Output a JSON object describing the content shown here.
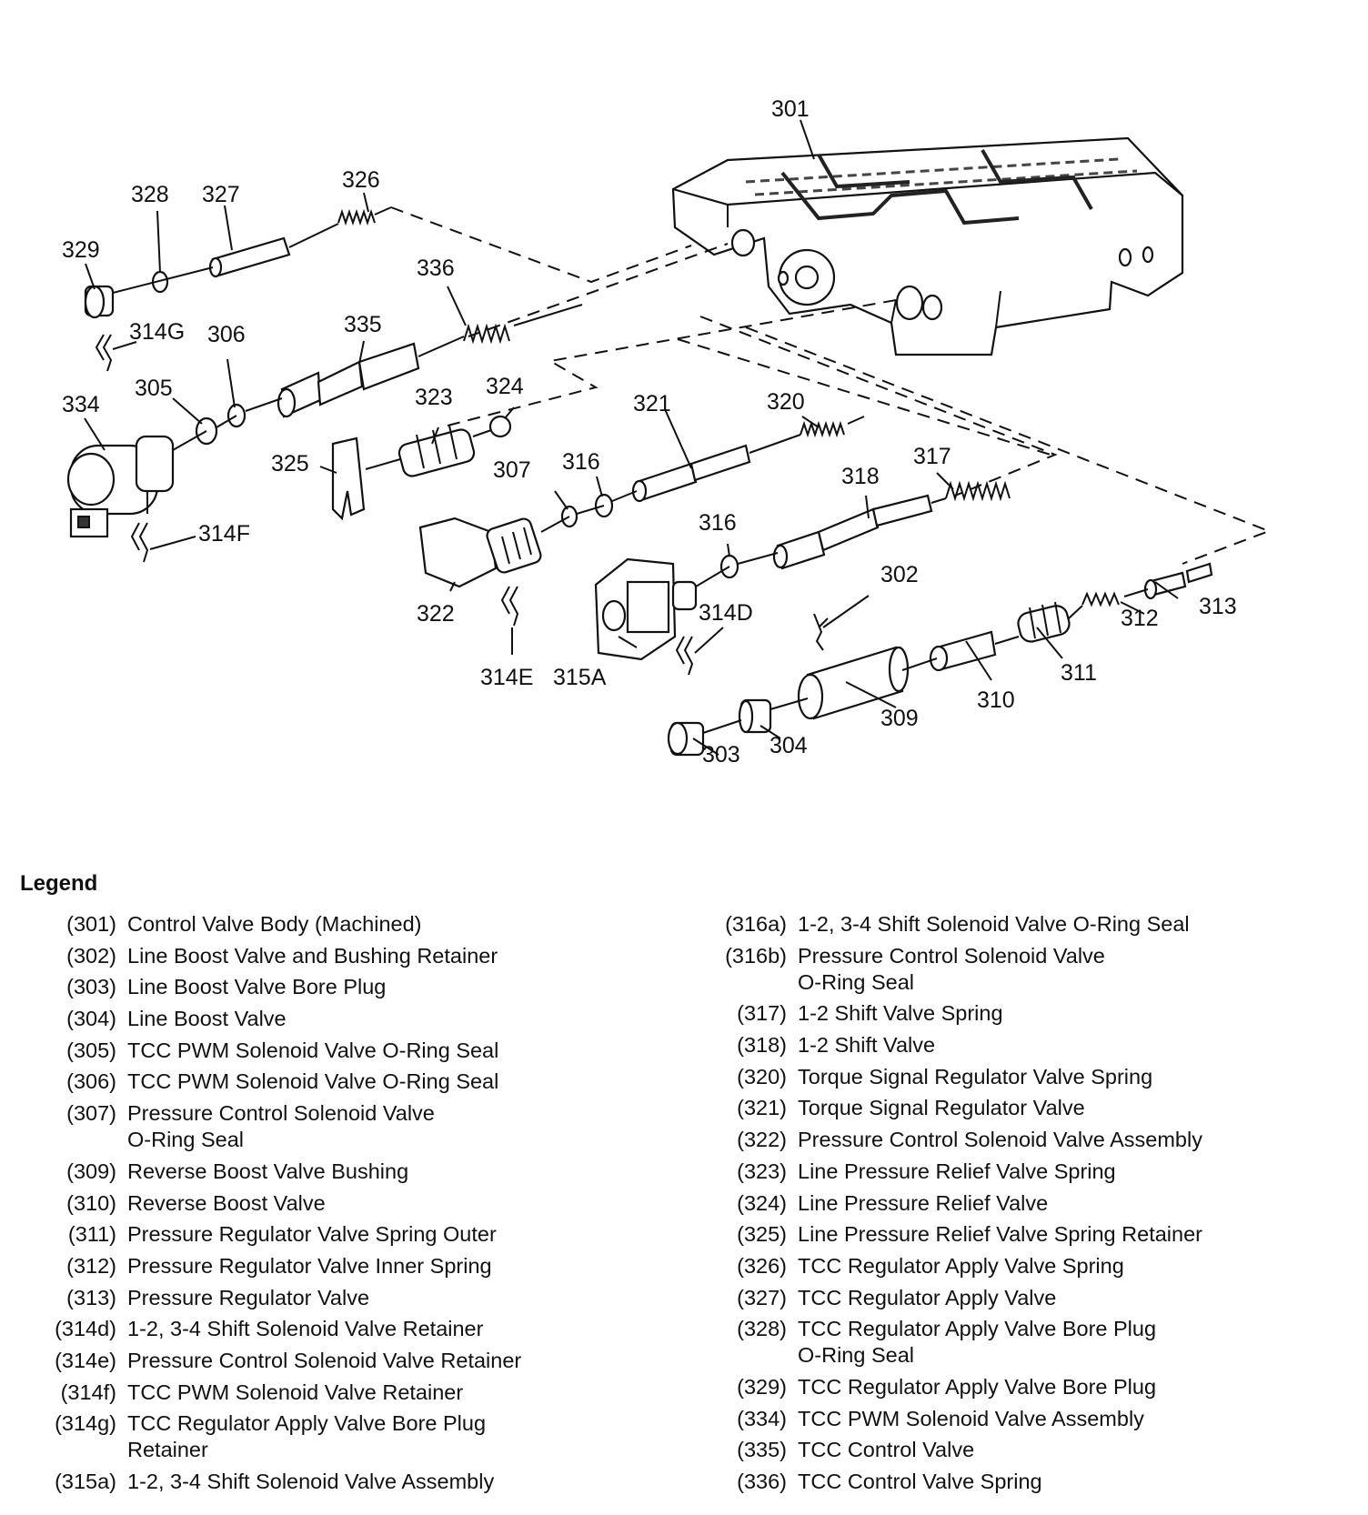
{
  "diagram": {
    "callouts": {
      "c301": "301",
      "c302": "302",
      "c303": "303",
      "c304": "304",
      "c305": "305",
      "c306": "306",
      "c307": "307",
      "c309": "309",
      "c310": "310",
      "c311": "311",
      "c312": "312",
      "c313": "313",
      "c314D": "314D",
      "c314E": "314E",
      "c314F": "314F",
      "c314G": "314G",
      "c315A": "315A",
      "c316a": "316",
      "c316b": "316",
      "c317": "317",
      "c318": "318",
      "c320": "320",
      "c321": "321",
      "c322": "322",
      "c323": "323",
      "c324": "324",
      "c325": "325",
      "c326": "326",
      "c327": "327",
      "c328": "328",
      "c329": "329",
      "c334": "334",
      "c335": "335",
      "c336": "336"
    }
  },
  "legend": {
    "title": "Legend",
    "left": [
      {
        "num": "(301)",
        "desc": "Control Valve Body (Machined)"
      },
      {
        "num": "(302)",
        "desc": "Line Boost Valve and Bushing Retainer"
      },
      {
        "num": "(303)",
        "desc": "Line Boost Valve Bore Plug"
      },
      {
        "num": "(304)",
        "desc": "Line Boost Valve"
      },
      {
        "num": "(305)",
        "desc": "TCC PWM Solenoid Valve O-Ring Seal"
      },
      {
        "num": "(306)",
        "desc": "TCC PWM Solenoid Valve O-Ring Seal"
      },
      {
        "num": "(307)",
        "desc": "Pressure Control Solenoid Valve",
        "desc2": "O-Ring Seal"
      },
      {
        "num": "(309)",
        "desc": "Reverse Boost Valve Bushing"
      },
      {
        "num": "(310)",
        "desc": "Reverse Boost Valve"
      },
      {
        "num": "(311)",
        "desc": "Pressure Regulator Valve Spring Outer"
      },
      {
        "num": "(312)",
        "desc": "Pressure Regulator Valve Inner Spring"
      },
      {
        "num": "(313)",
        "desc": "Pressure Regulator Valve"
      },
      {
        "num": "(314d)",
        "desc": "1-2, 3-4 Shift Solenoid Valve Retainer"
      },
      {
        "num": "(314e)",
        "desc": "Pressure Control Solenoid Valve Retainer"
      },
      {
        "num": "(314f)",
        "desc": "TCC PWM Solenoid Valve Retainer"
      },
      {
        "num": "(314g)",
        "desc": "TCC Regulator Apply Valve Bore Plug",
        "desc2": "Retainer"
      },
      {
        "num": "(315a)",
        "desc": "1-2, 3-4 Shift Solenoid Valve Assembly"
      }
    ],
    "right": [
      {
        "num": "(316a)",
        "desc": "1-2, 3-4 Shift Solenoid Valve O-Ring Seal"
      },
      {
        "num": "(316b)",
        "desc": "Pressure Control Solenoid Valve",
        "desc2": "O-Ring Seal"
      },
      {
        "num": "(317)",
        "desc": "1-2 Shift Valve Spring"
      },
      {
        "num": "(318)",
        "desc": "1-2 Shift Valve"
      },
      {
        "num": "(320)",
        "desc": "Torque Signal Regulator Valve Spring"
      },
      {
        "num": "(321)",
        "desc": "Torque Signal Regulator Valve"
      },
      {
        "num": "(322)",
        "desc": "Pressure Control Solenoid Valve Assembly"
      },
      {
        "num": "(323)",
        "desc": "Line Pressure Relief Valve Spring"
      },
      {
        "num": "(324)",
        "desc": "Line Pressure Relief Valve"
      },
      {
        "num": "(325)",
        "desc": "Line Pressure Relief Valve Spring Retainer"
      },
      {
        "num": "(326)",
        "desc": "TCC Regulator Apply Valve Spring"
      },
      {
        "num": "(327)",
        "desc": "TCC Regulator Apply Valve"
      },
      {
        "num": "(328)",
        "desc": "TCC Regulator Apply Valve Bore Plug",
        "desc2": "O-Ring Seal"
      },
      {
        "num": "(329)",
        "desc": "TCC Regulator Apply Valve Bore Plug"
      },
      {
        "num": "(334)",
        "desc": "TCC PWM Solenoid Valve Assembly"
      },
      {
        "num": "(335)",
        "desc": "TCC Control Valve"
      },
      {
        "num": "(336)",
        "desc": "TCC Control Valve Spring"
      }
    ]
  }
}
